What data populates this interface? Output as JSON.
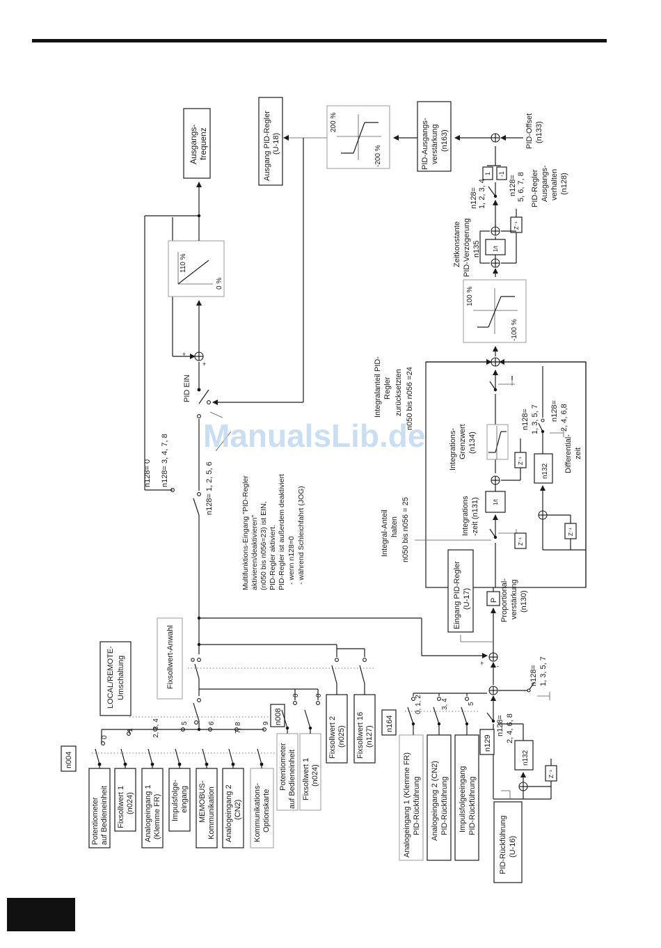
{
  "watermark": "ManualsLib.de",
  "params": {
    "n004": "n004",
    "n008": "n008",
    "n164": "n164",
    "n129": "n129",
    "n132_a": "n132",
    "n132_b": "n132",
    "p": "P",
    "one_over_t": "1/t",
    "one_over_t2": "1/t",
    "zinv1": "Z⁻¹",
    "zinv2": "Z⁻¹",
    "zinv3": "Z⁻¹",
    "zinv4": "Z⁻¹",
    "one": "1",
    "minus_one": "-1"
  },
  "sources": [
    {
      "lines": [
        "Potentiometer",
        "auf Bedieneinheit"
      ],
      "code": "0"
    },
    {
      "lines": [
        "Fixsollwert 1",
        "(n024)"
      ],
      "code": "1"
    },
    {
      "lines": [
        "Analogeingang 1",
        "(Klemme FR)"
      ],
      "code": "2, 3, 4"
    },
    {
      "lines": [
        "Impulsfolge-",
        "eingang"
      ],
      "code": "5"
    },
    {
      "lines": [
        "MEMOBUS-",
        "Kommunikation"
      ],
      "code": "6"
    },
    {
      "lines": [
        "Analogeingang 2",
        "(CN2)"
      ],
      "code": "7, 8"
    },
    {
      "lines": [
        "Kommunikations-",
        "Optionskarte"
      ],
      "code": "9"
    }
  ],
  "local_remote": [
    "LOCAL/REMOTE-",
    "Umschaltung"
  ],
  "n008_sources": [
    {
      "lines": [
        "Potentiometer",
        "auf Bedieneinheit"
      ],
      "code": "0"
    },
    {
      "lines": [
        "Fixsollwert 1",
        "(n024)"
      ],
      "code": "0"
    }
  ],
  "fixed": [
    {
      "lines": [
        "Fixsollwert 2",
        "(n025)"
      ]
    },
    {
      "lines": [
        "Fixsollwert 16",
        "(n127)"
      ]
    }
  ],
  "fixed_select": "Fixsollwert-Anwahl",
  "feedback_sources": [
    {
      "lines": [
        "Analogeingang 1 (Klemme FR)",
        "PID-Rückführung"
      ],
      "code": "0, 1, 2"
    },
    {
      "lines": [
        "Analogeingang 2 (CN2)",
        "PID-Rückführung"
      ],
      "code": "3, 4"
    },
    {
      "lines": [
        "Impulsfolgeeingang",
        "PID-Rückführung"
      ],
      "code": "5"
    }
  ],
  "pid_feedback": [
    "PID-Rückführung",
    "(U-16)"
  ],
  "n128_fb_even": [
    "n128=",
    "2, 4, 6, 8"
  ],
  "n128_fb_odd": [
    "n128=",
    "1, 3, 5, 7"
  ],
  "pid_input": [
    "Eingang PID-Regler",
    "(U-17)"
  ],
  "prop_gain": [
    "Proportional-",
    "verstärkung",
    "(n130)"
  ],
  "integral_hold": [
    "Integral-Anteil",
    "halten",
    "n050 bis n056 = 25"
  ],
  "integral_time": [
    "Integrations",
    "-zeit (n131)"
  ],
  "integral_limit": [
    "Integrations-",
    "Grenzwert",
    "(n134)"
  ],
  "integral_reset": [
    "Integralanteil PID-",
    "Regler",
    "zurücksetzten",
    "n050 bis n056 =24"
  ],
  "n128_d1": [
    "n128=",
    "1, 3, 5, 7"
  ],
  "n128_d2": [
    "n128=",
    "2, 4, 6,8"
  ],
  "diff_time": [
    "Differential-",
    "zeit"
  ],
  "limit_100": [
    "100 %",
    "-100 %"
  ],
  "delay": [
    "Zeitkonstante",
    "PID-Verzögerung",
    "n135"
  ],
  "n128_out1": [
    "n128=",
    "1, 2, 3, 4"
  ],
  "n128_out2": [
    "n128=",
    "5, 6, 7, 8"
  ],
  "out_behaviour": [
    "PID-Regler",
    "Ausgangs-",
    "verhalten",
    "(n128)"
  ],
  "out_gain": [
    "PID-Ausgangs-",
    "verstärkung",
    "(n163)"
  ],
  "offset": [
    "PID-Offset",
    "(n133)"
  ],
  "limit_200": [
    "200 %",
    "-200 %"
  ],
  "pid_output": [
    "Ausgang PID-Regler",
    "(U-18)"
  ],
  "n128_0": "n128= 0",
  "n128_3478": "n128= 3, 4, 7, 8",
  "n128_1256": "n128= 1, 2, 5, 6",
  "pid_ein": "PID EIN",
  "multi": [
    "Multifunktions-Eingang \"PID-Regler",
    "aktivieren/deaktivieren\"",
    "(n050 bis n056=23) ist EIN,",
    "PID-Regler aktiviert.",
    "PID-Regler ist außerdem deaktiviert",
    "- wenn n128=0",
    "- während Schleichfahrt (JOG)"
  ],
  "limit_110": [
    "110 %",
    "0 %"
  ],
  "out_freq": [
    "Ausgangs-",
    "frequenz"
  ]
}
